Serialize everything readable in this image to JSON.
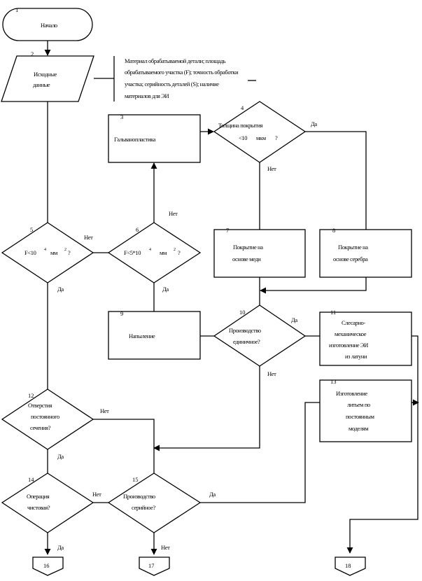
{
  "diagram": {
    "nodes": {
      "n1": {
        "num": "1",
        "lines": [
          "Начало"
        ]
      },
      "n2": {
        "num": "2",
        "lines": [
          "Исходные",
          "данные"
        ]
      },
      "note": {
        "lines": [
          "Материал обрабатываемой детали; площадь",
          "обрабатываемого участка (F); точность обработки",
          "участка; серийность деталей (S); наличие",
          "материалов для ЭИ"
        ]
      },
      "n3": {
        "num": "3",
        "lines": [
          "Гальванопластика"
        ]
      },
      "n4": {
        "num": "4",
        "line1": "Толщина покрытия",
        "line2a": "<10",
        "line2b": "мкм",
        "line2c": "?"
      },
      "n5": {
        "num": "5",
        "a": "F<10",
        "sup1": "4",
        "b": "мм",
        "sup2": "2",
        "c": "?"
      },
      "n6": {
        "num": "6",
        "a": "F<5*10",
        "sup1": "4",
        "b": "мм",
        "sup2": "2",
        "c": "?"
      },
      "n7": {
        "num": "7",
        "lines": [
          "Покрытие на",
          "основе меди"
        ]
      },
      "n8": {
        "num": "8",
        "lines": [
          "Покрытие на",
          "основе серебра"
        ]
      },
      "n9": {
        "num": "9",
        "lines": [
          "Напыление"
        ]
      },
      "n10": {
        "num": "10",
        "lines": [
          "Производство",
          "единичное?"
        ]
      },
      "n11": {
        "num": "11",
        "lines": [
          "Слесарно-",
          "механическое",
          "изготовление ЭИ",
          "из латуни"
        ]
      },
      "n12": {
        "num": "12",
        "lines": [
          "Отверстия",
          "постоянного",
          "сечения?"
        ]
      },
      "n13": {
        "num": "13",
        "lines": [
          "Изготовление",
          "литьем по",
          "постоянным",
          "моделям"
        ]
      },
      "n14": {
        "num": "14",
        "lines": [
          "Операция",
          "чистовая?"
        ]
      },
      "n15": {
        "num": "15",
        "lines": [
          "Производство",
          "серийное?"
        ]
      },
      "n16": {
        "num": "16"
      },
      "n17": {
        "num": "17"
      },
      "n18": {
        "num": "18"
      }
    },
    "labels": {
      "yes": "Да",
      "no": "Нет"
    }
  }
}
